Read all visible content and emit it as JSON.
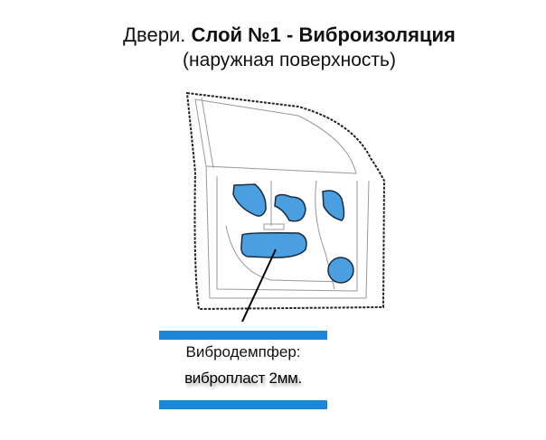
{
  "title": {
    "prefix": "Двери.",
    "bold": "Слой №1 - Виброизоляция"
  },
  "subtitle": "(наружная поверхность)",
  "label": {
    "name": "Вибродемпфер:",
    "material": "вибропласт 2мм."
  },
  "colors": {
    "fill": "#4a9fe0",
    "bar": "#1b87d6",
    "outline": "#111111"
  }
}
